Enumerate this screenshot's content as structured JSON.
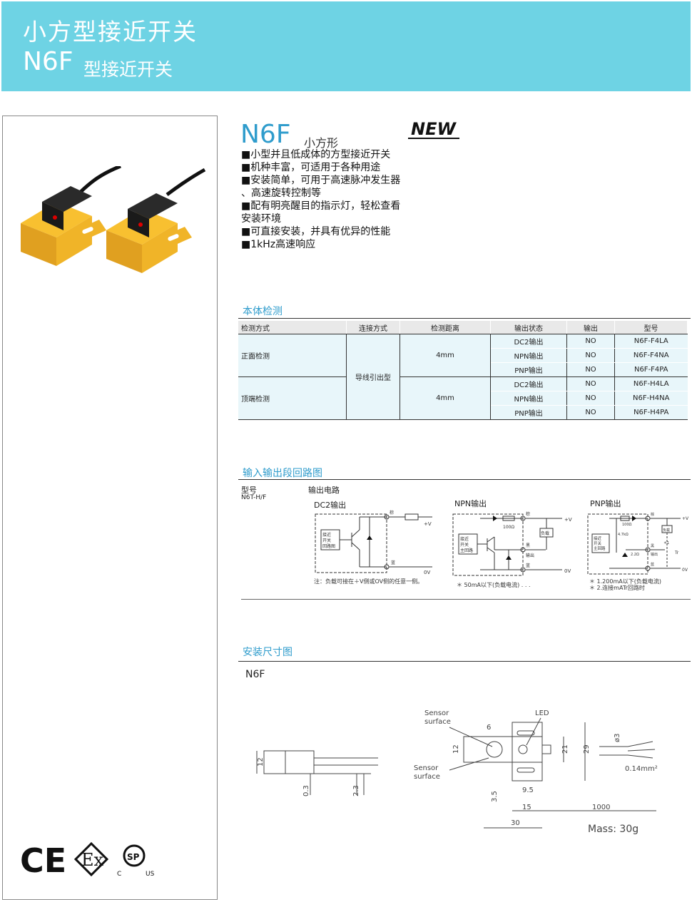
{
  "header": {
    "title_cn": "小方型接近开关",
    "model": "N6F",
    "subtitle_cn": "型接近开关"
  },
  "product": {
    "model": "N6F",
    "shape": "小方形",
    "badge": "NEW",
    "features": [
      "■小型并且低成体的方型接近开关",
      "■机种丰富，可适用于各种用途",
      "■安装简单，可用于高速脉冲发生器",
      "、高速旋转控制等",
      "■配有明亮醒目的指示灯，轻松查看",
      "安装环境",
      "■可直接安装，并具有优异的性能",
      "■1kHz高速响应"
    ]
  },
  "detection": {
    "section_title": "本体检测",
    "headers": [
      "检测方式",
      "连接方式",
      "检测距离",
      "输出状态",
      "输出",
      "型号"
    ],
    "groups": [
      {
        "method": "正面检测",
        "distance": "4mm"
      },
      {
        "method": "顶端检测",
        "distance": "4mm"
      }
    ],
    "connection": "导线引出型",
    "rows": [
      {
        "state": "DC2输出",
        "output": "NO",
        "model": "N6F-F4LA"
      },
      {
        "state": "NPN输出",
        "output": "NO",
        "model": "N6F-F4NA"
      },
      {
        "state": "PNP输出",
        "output": "NO",
        "model": "N6F-F4PA"
      },
      {
        "state": "DC2输出",
        "output": "NO",
        "model": "N6F-H4LA"
      },
      {
        "state": "NPN输出",
        "output": "NO",
        "model": "N6F-H4NA"
      },
      {
        "state": "PNP输出",
        "output": "NO",
        "model": "N6F-H4PA"
      }
    ]
  },
  "circuit": {
    "section_title": "输入输出段回路图",
    "model_label": "型号",
    "model_value": "N6T-H/F",
    "output_label": "输出电路",
    "dc2": {
      "title": "DC2输出",
      "main_circuit": "接近\n开关\n回路图",
      "brown": "棕",
      "blue": "蓝",
      "vplus": "+V",
      "zero": "0V",
      "note": "注：负载可接在＋V侧或OV侧的任意一侧。"
    },
    "npn": {
      "title": "NPN输出",
      "main_circuit": "接近\n开关\n主回路",
      "brown": "棕",
      "black": "黑",
      "out": "输出",
      "blue": "蓝",
      "load": "负载",
      "r": "100Ω",
      "vplus": "+V",
      "zero": "0V",
      "note": "＊ 50mA以下(负载电流) . . ."
    },
    "pnp": {
      "title": "PNP输出",
      "main_circuit": "接近\n开关\n主回路",
      "brown": "棕",
      "black": "黑",
      "blue": "蓝",
      "out": "输出",
      "load": "负载",
      "r1": "100Ω",
      "r2": "4.7kΩ",
      "r3": "2.2Ω",
      "vplus": "+V",
      "zero": "0V",
      "star": "＊1",
      "tr": "Tr",
      "note1": "＊ 1.200mA以下(负载电流)",
      "note2": "＊ 2.连接mATr回路时"
    }
  },
  "dimensions": {
    "section_title": "安装尺寸图",
    "model": "N6F",
    "labels": {
      "sensor_surface": "Sensor\nsurface",
      "led": "LED",
      "mass": "Mass: 30g",
      "wire": "0.14mm²",
      "d12": "12",
      "d03": "0.3",
      "d23": "2.3",
      "d6": "6",
      "d12b": "12",
      "d21": "21",
      "d29": "29",
      "d35": "3.5",
      "d95": "9.5",
      "d15": "15",
      "d30": "30",
      "d1000": "1000",
      "dphi": "ø3"
    }
  },
  "certs": {
    "ce": "CE",
    "ex": "Ex",
    "csa_c": "C",
    "csa_us": "US",
    "csa_mark": "SP"
  }
}
